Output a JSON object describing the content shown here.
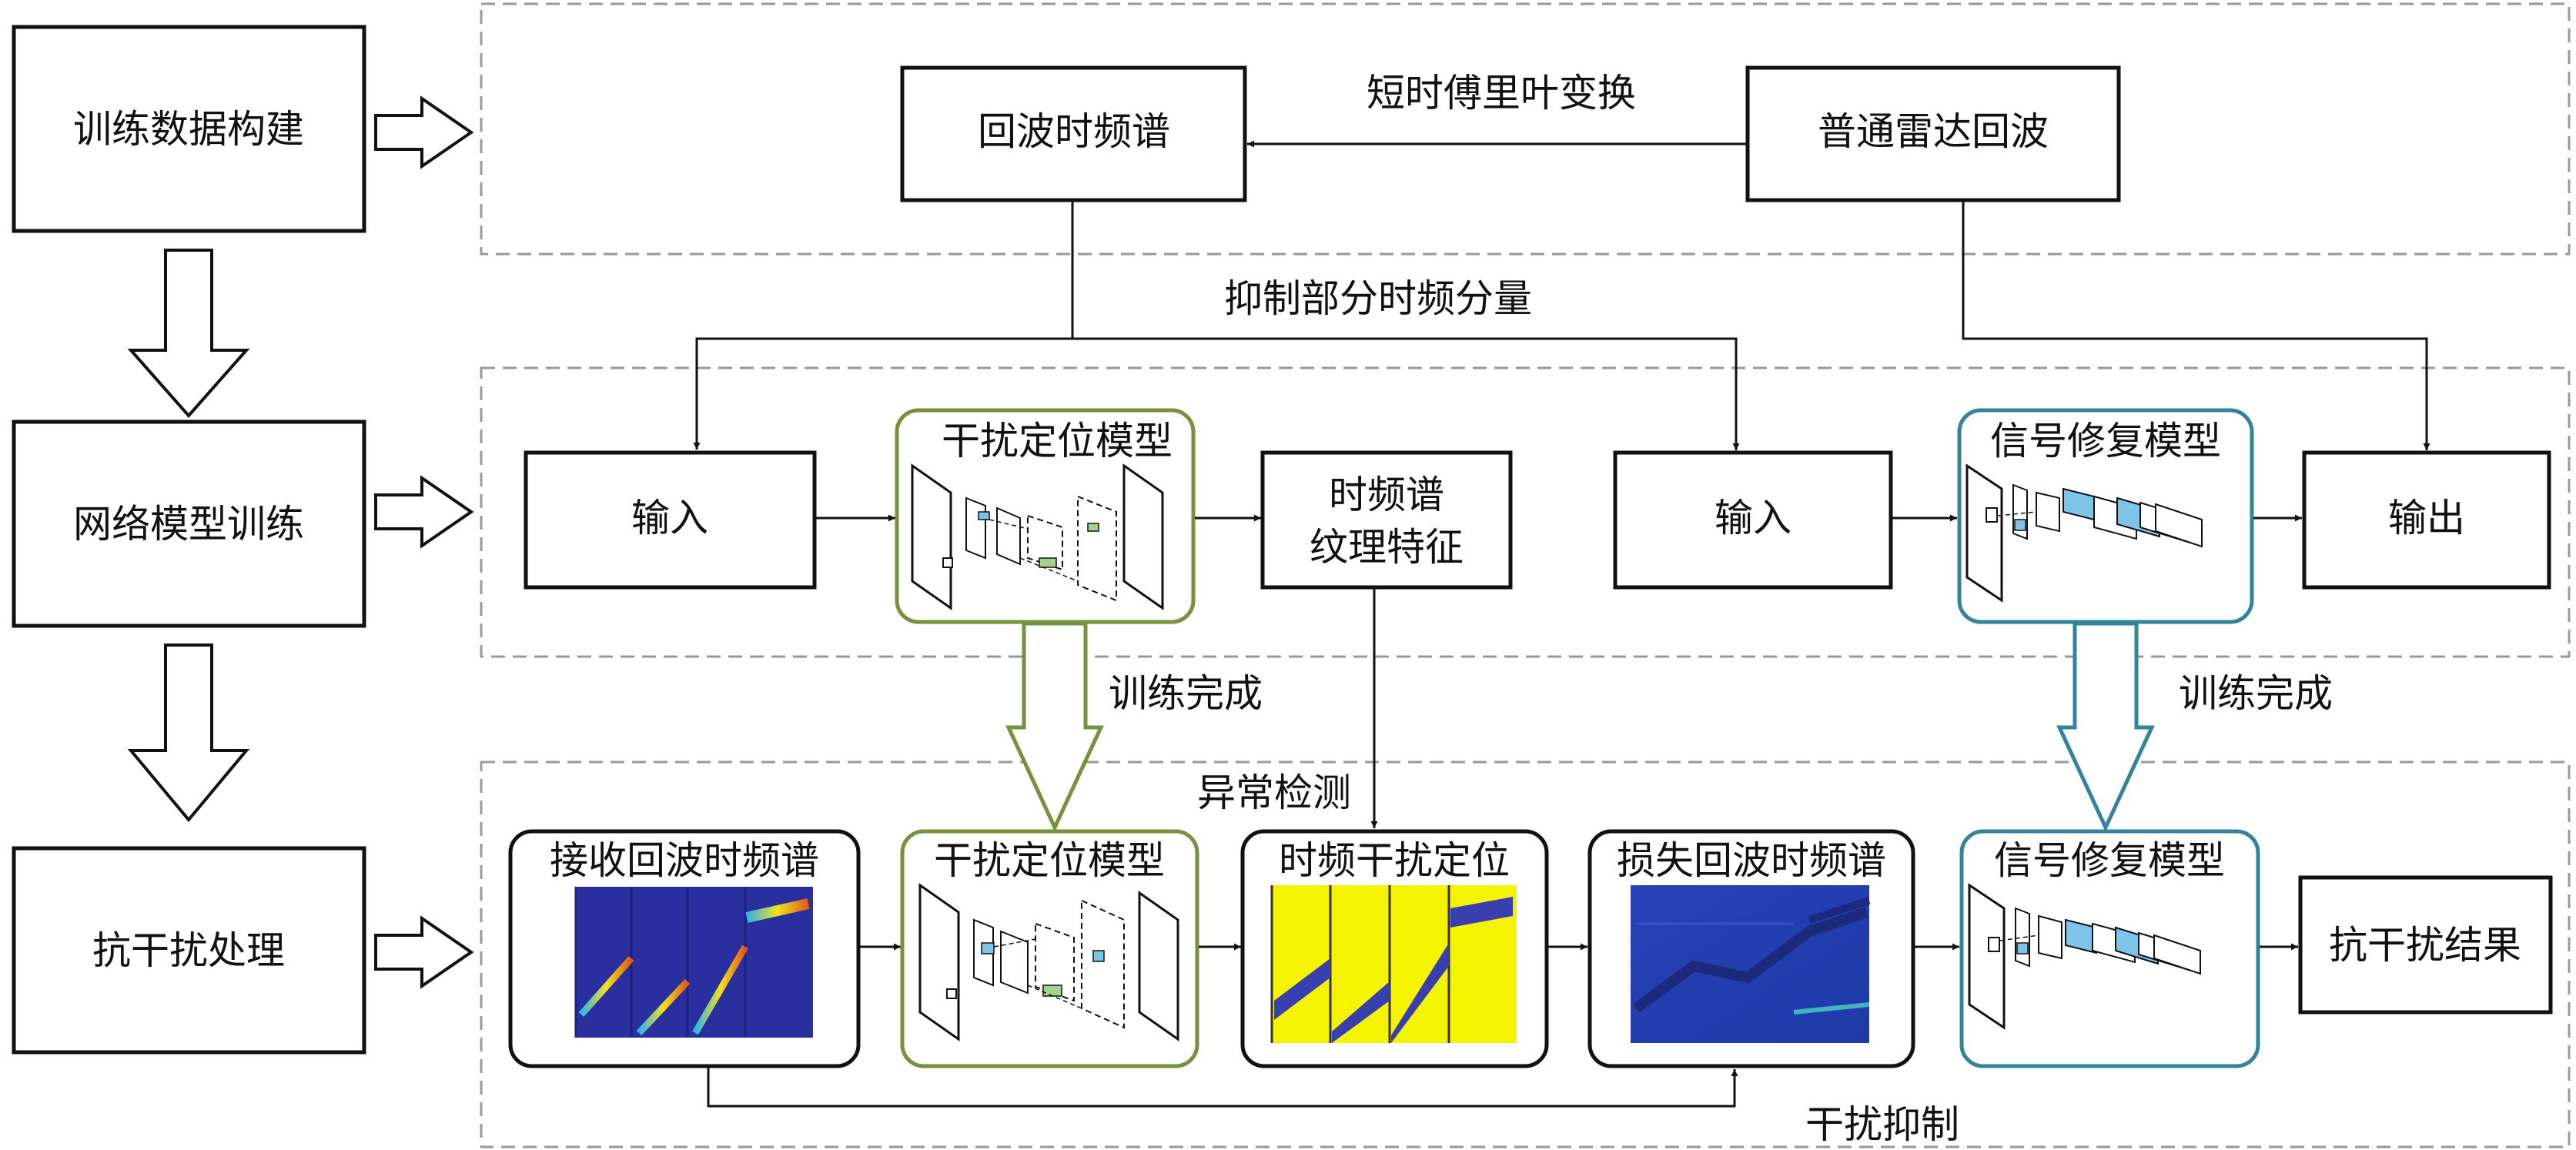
{
  "stages": {
    "build": "训练数据构建",
    "train": "网络模型训练",
    "process": "抗干扰处理"
  },
  "top": {
    "echo_spectrum": "回波时频谱",
    "stft_label": "短时傅里叶变换",
    "radar_echo": "普通雷达回波",
    "suppress_label": "抑制部分时频分量"
  },
  "middle": {
    "input1": "输入",
    "locate_model": "干扰定位模型",
    "texture_line1": "时频谱",
    "texture_line2": "纹理特征",
    "input2": "输入",
    "repair_model": "信号修复模型",
    "output": "输出",
    "trained_left": "训练完成",
    "trained_right": "训练完成"
  },
  "bottom": {
    "anomaly_label": "异常检测",
    "receive_spectrum": "接收回波时频谱",
    "locate_model": "干扰定位模型",
    "tf_locate": "时频干扰定位",
    "lost_spectrum": "损失回波时频谱",
    "repair_model": "信号修复模型",
    "result": "抗干扰结果",
    "suppress_label": "干扰抑制"
  },
  "colors": {
    "locate_model": "#76923c",
    "repair_model": "#31849b",
    "dashed_frame": "#999999",
    "spectrum_bg": "#2a2fa0",
    "locate_map_bg": "#f4f400"
  }
}
